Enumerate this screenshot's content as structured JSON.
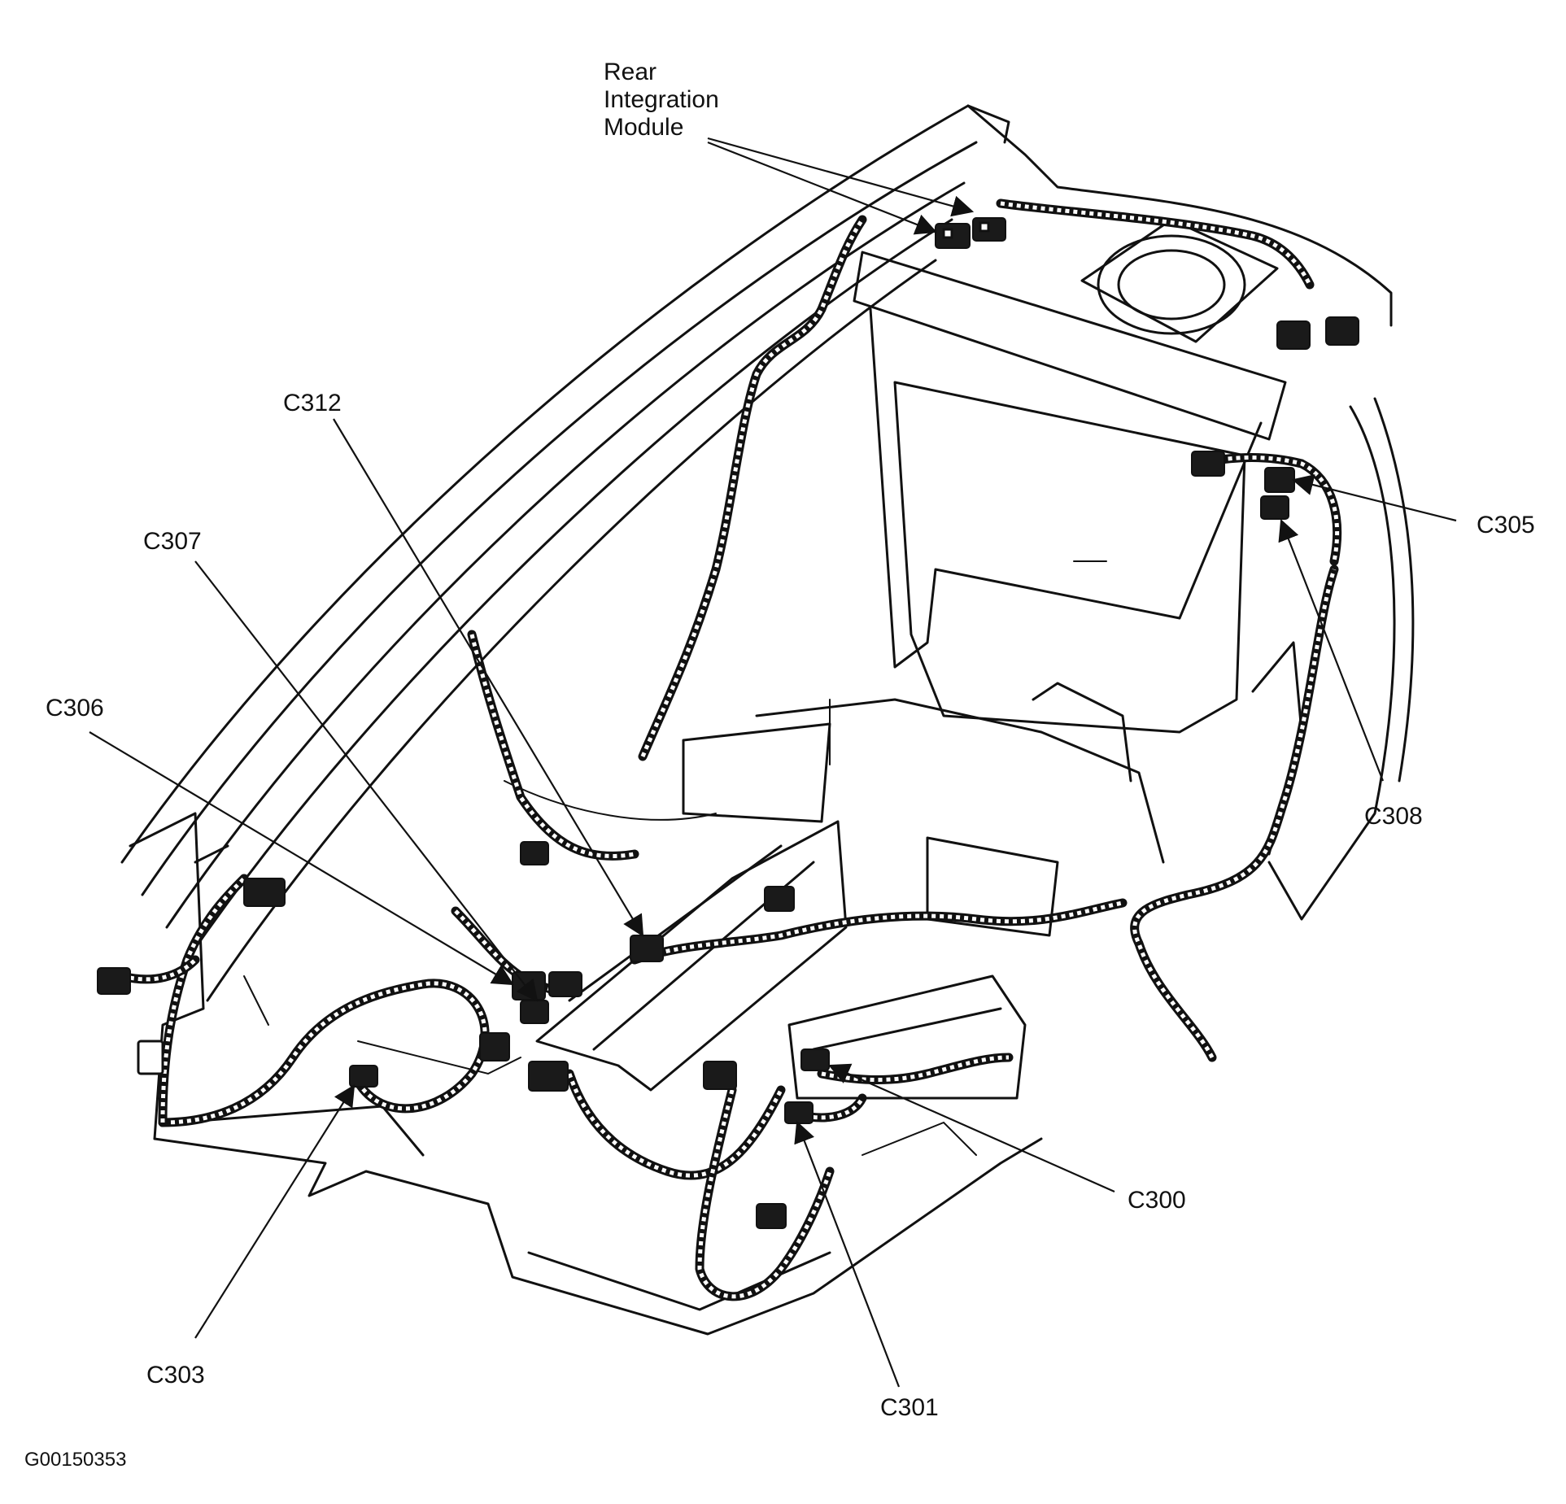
{
  "labels": {
    "rim_line1": "Rear",
    "rim_line2": "Integration",
    "rim_line3": "Module",
    "c312": "C312",
    "c307": "C307",
    "c306": "C306",
    "c305": "C305",
    "c308": "C308",
    "c300": "C300",
    "c301": "C301",
    "c303": "C303"
  },
  "figure_id": "G00150353"
}
